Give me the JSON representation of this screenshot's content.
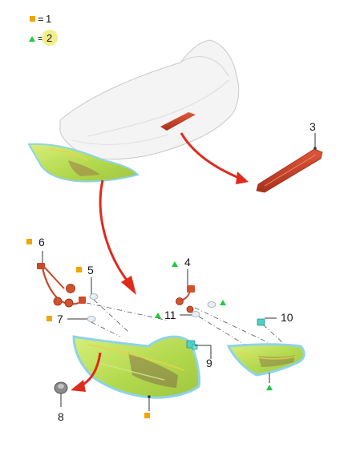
{
  "legend": {
    "items": [
      {
        "marker": "square",
        "color": "#f0a500",
        "equals": "=",
        "value": "1"
      },
      {
        "marker": "triangle",
        "color": "#22c93d",
        "equals": "=",
        "value": "2"
      }
    ],
    "highlight_color": "#f2ee8e"
  },
  "callouts": {
    "c1": "3",
    "c2": "6",
    "c3": "5",
    "c4": "7",
    "c5": "4",
    "c6": "11",
    "c7": "10",
    "c8": "9",
    "c9": "8"
  },
  "colors": {
    "lamp_green": "#b9dc55",
    "lamp_outline": "#8fd3e6",
    "lamp_red": "#c8482a",
    "arrow_red": "#e02a1c",
    "body_white": "#f2f2f2",
    "marker_orange": "#f0a500",
    "marker_green": "#22c93d"
  }
}
